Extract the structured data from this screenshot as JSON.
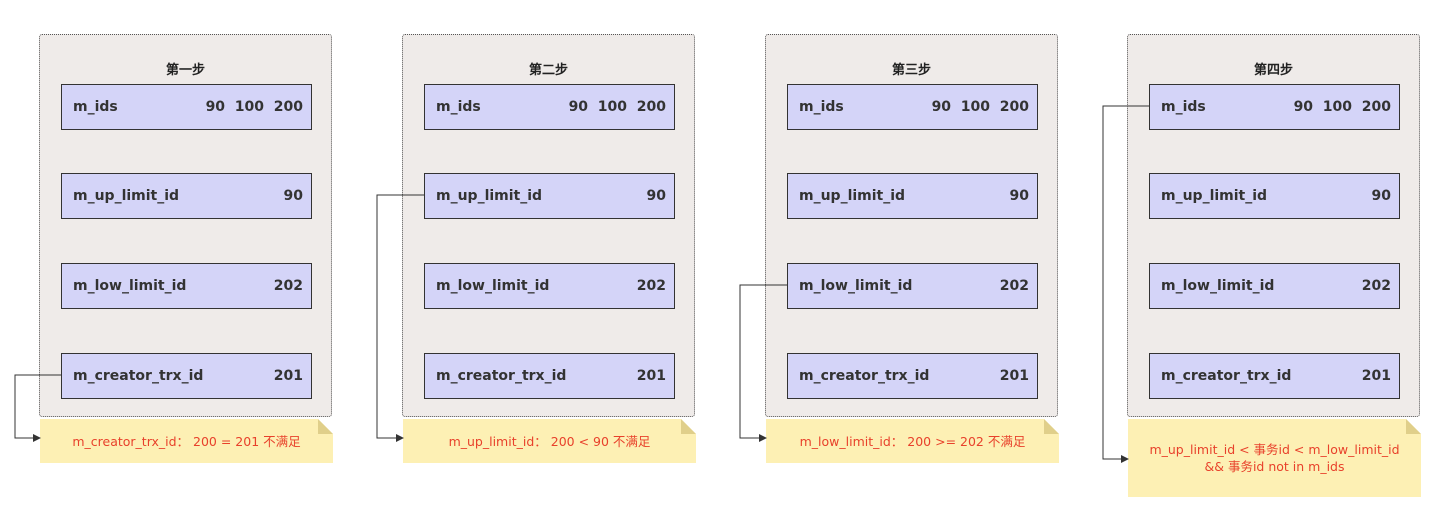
{
  "steps": [
    {
      "title": "第一步",
      "rows": [
        {
          "label": "m_ids",
          "value": "90  100  200"
        },
        {
          "label": "m_up_limit_id",
          "value": "90"
        },
        {
          "label": "m_low_limit_id",
          "value": "202"
        },
        {
          "label": "m_creator_trx_id",
          "value": "201"
        }
      ],
      "note_lines": [
        "m_creator_trx_id： 200 = 201 不满足"
      ]
    },
    {
      "title": "第二步",
      "rows": [
        {
          "label": "m_ids",
          "value": "90  100  200"
        },
        {
          "label": "m_up_limit_id",
          "value": "90"
        },
        {
          "label": "m_low_limit_id",
          "value": "202"
        },
        {
          "label": "m_creator_trx_id",
          "value": "201"
        }
      ],
      "note_lines": [
        "m_up_limit_id： 200 < 90 不满足"
      ]
    },
    {
      "title": "第三步",
      "rows": [
        {
          "label": "m_ids",
          "value": "90  100  200"
        },
        {
          "label": "m_up_limit_id",
          "value": "90"
        },
        {
          "label": "m_low_limit_id",
          "value": "202"
        },
        {
          "label": "m_creator_trx_id",
          "value": "201"
        }
      ],
      "note_lines": [
        "m_low_limit_id： 200 >= 202 不满足"
      ]
    },
    {
      "title": "第四步",
      "rows": [
        {
          "label": "m_ids",
          "value": "90  100  200"
        },
        {
          "label": "m_up_limit_id",
          "value": "90"
        },
        {
          "label": "m_low_limit_id",
          "value": "202"
        },
        {
          "label": "m_creator_trx_id",
          "value": "201"
        }
      ],
      "note_lines": [
        "m_up_limit_id < 事务id < m_low_limit_id",
        "&& 事务id not in m_ids"
      ]
    }
  ],
  "colors": {
    "panel": "#efebe9",
    "row": "#d4d4f8",
    "note": "#fdf0b4",
    "note_text": "#e8412b",
    "line": "#333333"
  }
}
